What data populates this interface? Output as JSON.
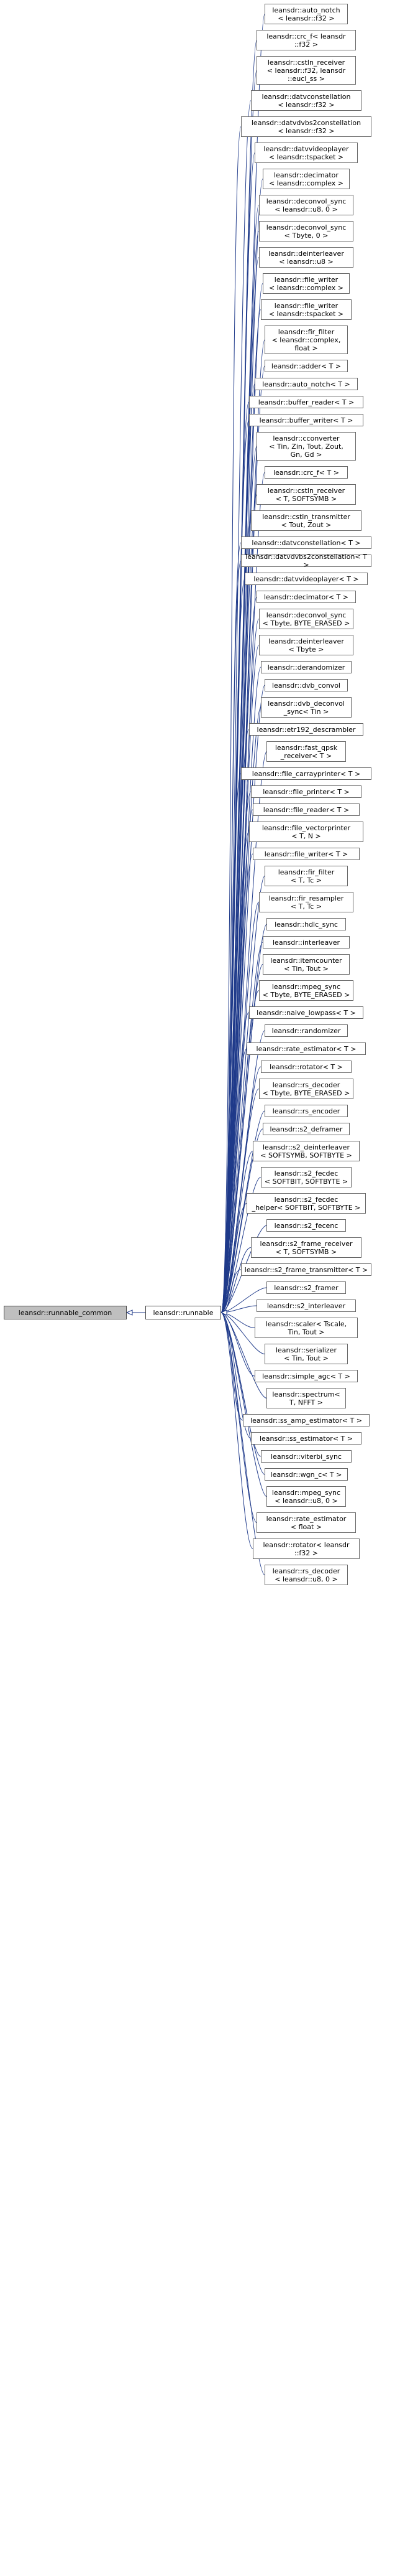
{
  "diagram": {
    "root": "leansdr::runnable_common",
    "hub": "leansdr::runnable",
    "classes": [
      "leansdr::auto_notch\n< leansdr::f32 >",
      "leansdr::crc_f< leansdr\n::f32 >",
      "leansdr::cstln_receiver\n< leansdr::f32, leansdr\n::eucl_ss >",
      "leansdr::datvconstellation\n< leansdr::f32 >",
      "leansdr::datvdvbs2constellation\n< leansdr::f32 >",
      "leansdr::datvvideoplayer\n< leansdr::tspacket >",
      "leansdr::decimator\n< leansdr::complex >",
      "leansdr::deconvol_sync\n< leansdr::u8, 0 >",
      "leansdr::deconvol_sync\n< Tbyte, 0 >",
      "leansdr::deinterleaver\n< leansdr::u8 >",
      "leansdr::file_writer\n< leansdr::complex >",
      "leansdr::file_writer\n< leansdr::tspacket >",
      "leansdr::fir_filter\n< leansdr::complex,\nfloat >",
      "leansdr::adder< T >",
      "leansdr::auto_notch< T >",
      "leansdr::buffer_reader< T >",
      "leansdr::buffer_writer< T >",
      "leansdr::cconverter\n< Tin, Zin, Tout, Zout,\nGn, Gd >",
      "leansdr::crc_f< T >",
      "leansdr::cstln_receiver\n< T, SOFTSYMB >",
      "leansdr::cstln_transmitter\n< Tout, Zout >",
      "leansdr::datvconstellation< T >",
      "leansdr::datvdvbs2constellation< T >",
      "leansdr::datvvideoplayer< T >",
      "leansdr::decimator< T >",
      "leansdr::deconvol_sync\n< Tbyte, BYTE_ERASED >",
      "leansdr::deinterleaver\n< Tbyte >",
      "leansdr::derandomizer",
      "leansdr::dvb_convol",
      "leansdr::dvb_deconvol\n_sync< Tin >",
      "leansdr::etr192_descrambler",
      "leansdr::fast_qpsk\n_receiver< T >",
      "leansdr::file_carrayprinter< T >",
      "leansdr::file_printer< T >",
      "leansdr::file_reader< T >",
      "leansdr::file_vectorprinter\n< T, N >",
      "leansdr::file_writer< T >",
      "leansdr::fir_filter\n< T, Tc >",
      "leansdr::fir_resampler\n< T, Tc >",
      "leansdr::hdlc_sync",
      "leansdr::interleaver",
      "leansdr::itemcounter\n< Tin, Tout >",
      "leansdr::mpeg_sync\n< Tbyte, BYTE_ERASED >",
      "leansdr::naive_lowpass< T >",
      "leansdr::randomizer",
      "leansdr::rate_estimator< T >",
      "leansdr::rotator< T >",
      "leansdr::rs_decoder\n< Tbyte, BYTE_ERASED >",
      "leansdr::rs_encoder",
      "leansdr::s2_deframer",
      "leansdr::s2_deinterleaver\n< SOFTSYMB, SOFTBYTE >",
      "leansdr::s2_fecdec\n< SOFTBIT, SOFTBYTE >",
      "leansdr::s2_fecdec\n_helper< SOFTBIT, SOFTBYTE >",
      "leansdr::s2_fecenc",
      "leansdr::s2_frame_receiver\n< T, SOFTSYMB >",
      "leansdr::s2_frame_transmitter< T >",
      "leansdr::s2_framer",
      "leansdr::s2_interleaver",
      "leansdr::scaler< Tscale,\nTin, Tout >",
      "leansdr::serializer\n< Tin, Tout >",
      "leansdr::simple_agc< T >",
      "leansdr::spectrum<\nT, NFFT >",
      "leansdr::ss_amp_estimator< T >",
      "leansdr::ss_estimator< T >",
      "leansdr::viterbi_sync",
      "leansdr::wgn_c< T >",
      "leansdr::mpeg_sync\n< leansdr::u8, 0 >",
      "leansdr::rate_estimator\n< float >",
      "leansdr::rotator< leansdr\n::f32 >",
      "leansdr::rs_decoder\n< leansdr::u8, 0 >"
    ]
  }
}
